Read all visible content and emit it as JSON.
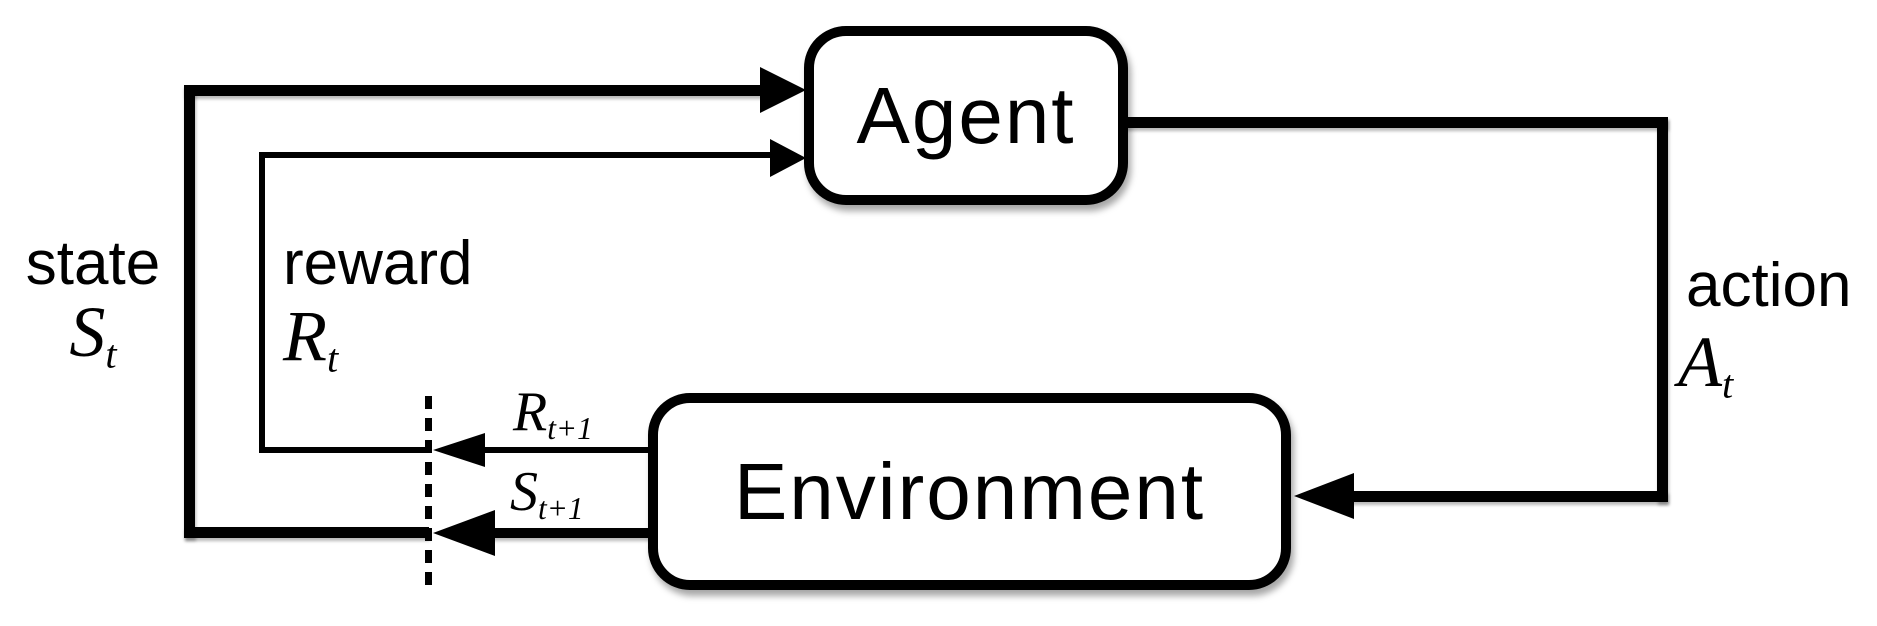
{
  "nodes": {
    "agent": {
      "label": "Agent"
    },
    "environment": {
      "label": "Environment"
    }
  },
  "labels": {
    "state": {
      "word": "state",
      "symbol_base": "S",
      "symbol_sub": "t"
    },
    "reward": {
      "word": "reward",
      "symbol_base": "R",
      "symbol_sub": "t"
    },
    "action": {
      "word": "action",
      "symbol_base": "A",
      "symbol_sub": "t"
    },
    "reward_next": {
      "symbol_base": "R",
      "symbol_sub": "t+1"
    },
    "state_next": {
      "symbol_base": "S",
      "symbol_sub": "t+1"
    }
  },
  "colors": {
    "line": "#000000",
    "background": "#ffffff",
    "box_fill": "#ffffff",
    "box_border": "#000000"
  }
}
